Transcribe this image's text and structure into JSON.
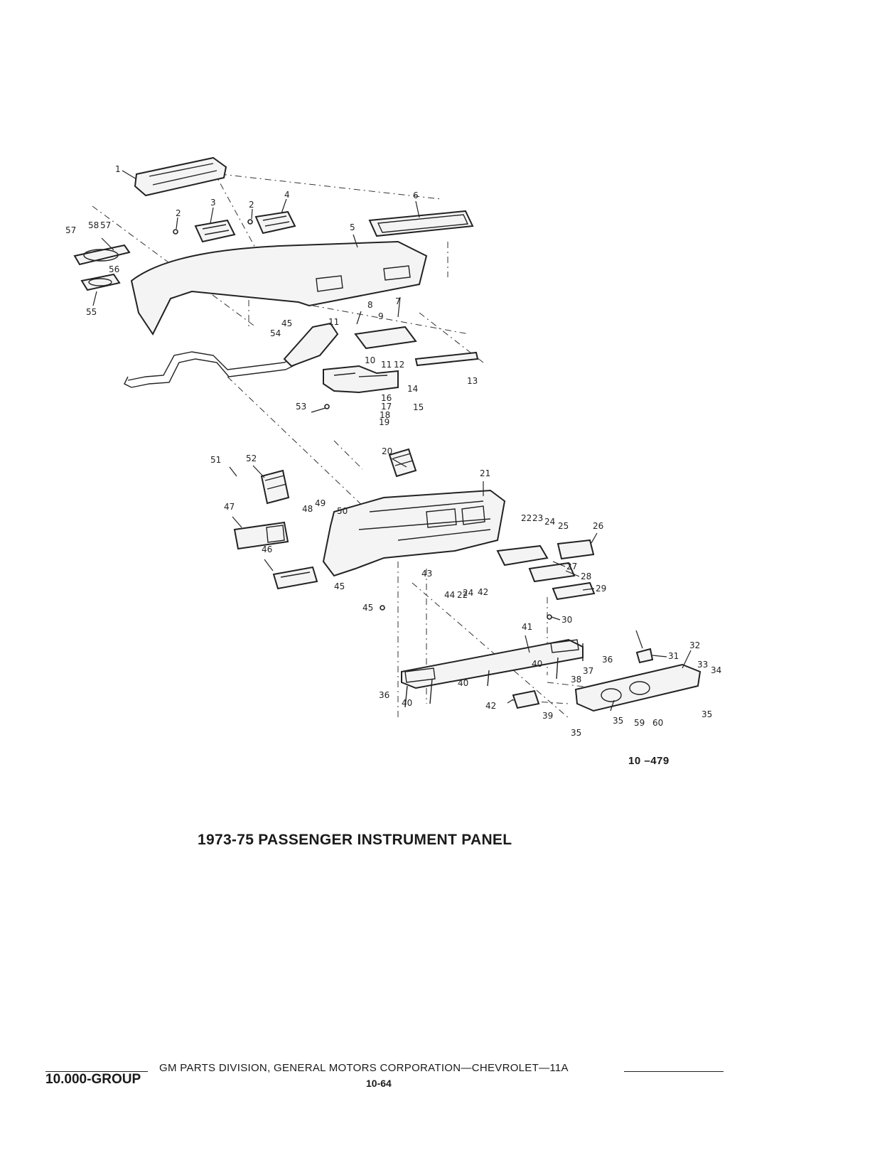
{
  "figure": {
    "code": "10 –479",
    "title": "1973-75 PASSENGER INSTRUMENT PANEL"
  },
  "callouts": [
    "1",
    "2",
    "3",
    "2",
    "4",
    "5",
    "6",
    "7",
    "8",
    "9",
    "10",
    "11",
    "11",
    "12",
    "13",
    "14",
    "15",
    "16",
    "17",
    "18",
    "19",
    "20",
    "21",
    "22",
    "23",
    "24",
    "25",
    "26",
    "27",
    "28",
    "29",
    "30",
    "31",
    "32",
    "33",
    "34",
    "35",
    "35",
    "35",
    "36",
    "36",
    "37",
    "38",
    "39",
    "40",
    "40",
    "40",
    "41",
    "42",
    "42",
    "43",
    "44",
    "22",
    "24",
    "45",
    "45",
    "45",
    "46",
    "47",
    "48",
    "49",
    "50",
    "51",
    "52",
    "53",
    "54",
    "55",
    "56",
    "57",
    "58",
    "57",
    "59",
    "60"
  ],
  "footer": {
    "source": "GM PARTS DIVISION, GENERAL MOTORS CORPORATION—CHEVROLET—11A",
    "group": "10.000-GROUP",
    "page": "10-64"
  }
}
